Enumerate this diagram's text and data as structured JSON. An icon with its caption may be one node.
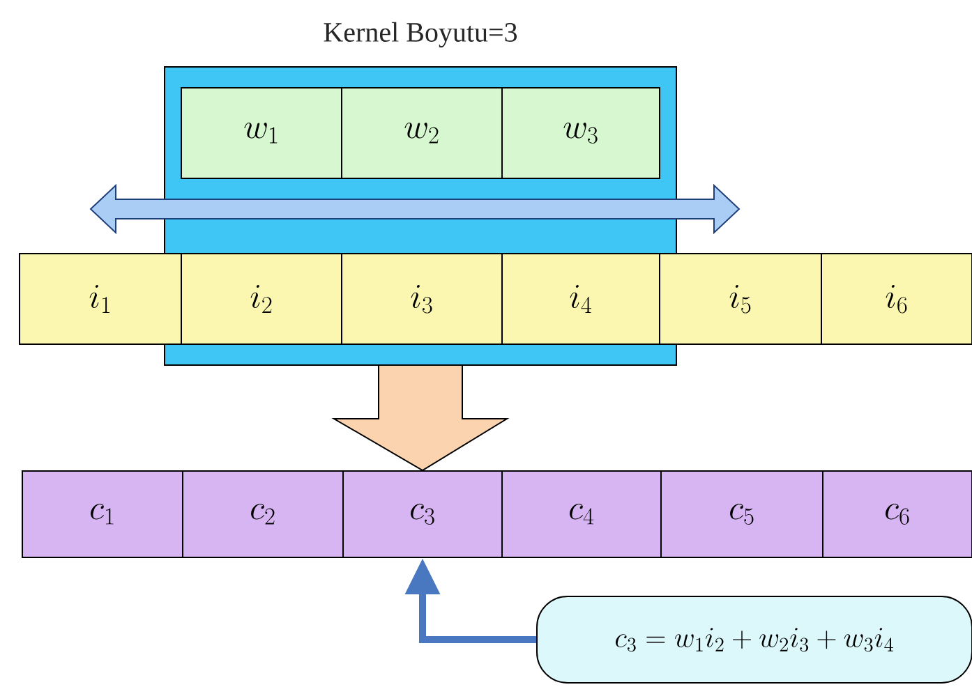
{
  "diagram": {
    "nodes": [
      {
        "text": [
          "Kernel Boyutu=3"
        ]
      },
      {
        "text": [
          "w_1"
        ],
        "in": 0
      },
      {
        "text": [
          "w_2"
        ],
        "in": 0
      },
      {
        "text": [
          "w_3"
        ],
        "in": 0
      },
      {
        "text": [
          "i_1"
        ]
      },
      {
        "text": [
          "i_2"
        ],
        "in": 0
      },
      {
        "text": [
          "i_3"
        ],
        "in": 0
      },
      {
        "text": [
          "i_4"
        ],
        "in": 0
      },
      {
        "text": [
          "i_5"
        ]
      },
      {
        "text": [
          "i_6"
        ]
      },
      {
        "text": [
          "c_1"
        ]
      },
      {
        "text": [
          "c_2"
        ]
      },
      {
        "text": [
          "c_3"
        ]
      },
      {
        "text": [
          "c_4"
        ]
      },
      {
        "text": [
          "c_5"
        ]
      },
      {
        "text": [
          "c_6"
        ]
      },
      {
        "text": [
          "c_3 = w_1 i_2 + w_2 i_3 + w_3 i_4"
        ]
      }
    ],
    "edges": [
      {
        "from": 0,
        "to": 12,
        "arrow": "to"
      },
      {
        "from": 16,
        "to": 12,
        "arrow": "to"
      }
    ]
  }
}
